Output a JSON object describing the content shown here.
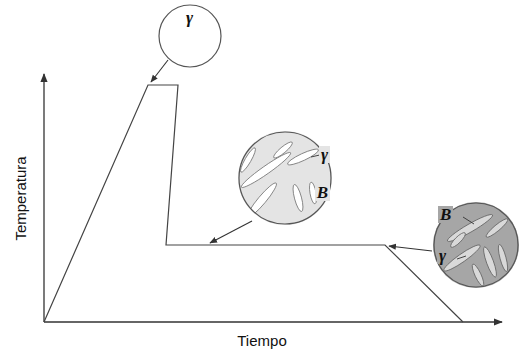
{
  "diagram": {
    "nodes": [
      {
        "text": [
          "γ"
        ]
      },
      {
        "text": [
          "γ",
          "B"
        ]
      },
      {
        "text": [
          "B",
          "γ"
        ]
      }
    ],
    "labels": [
      "Temperatura",
      "Tiempo"
    ]
  }
}
